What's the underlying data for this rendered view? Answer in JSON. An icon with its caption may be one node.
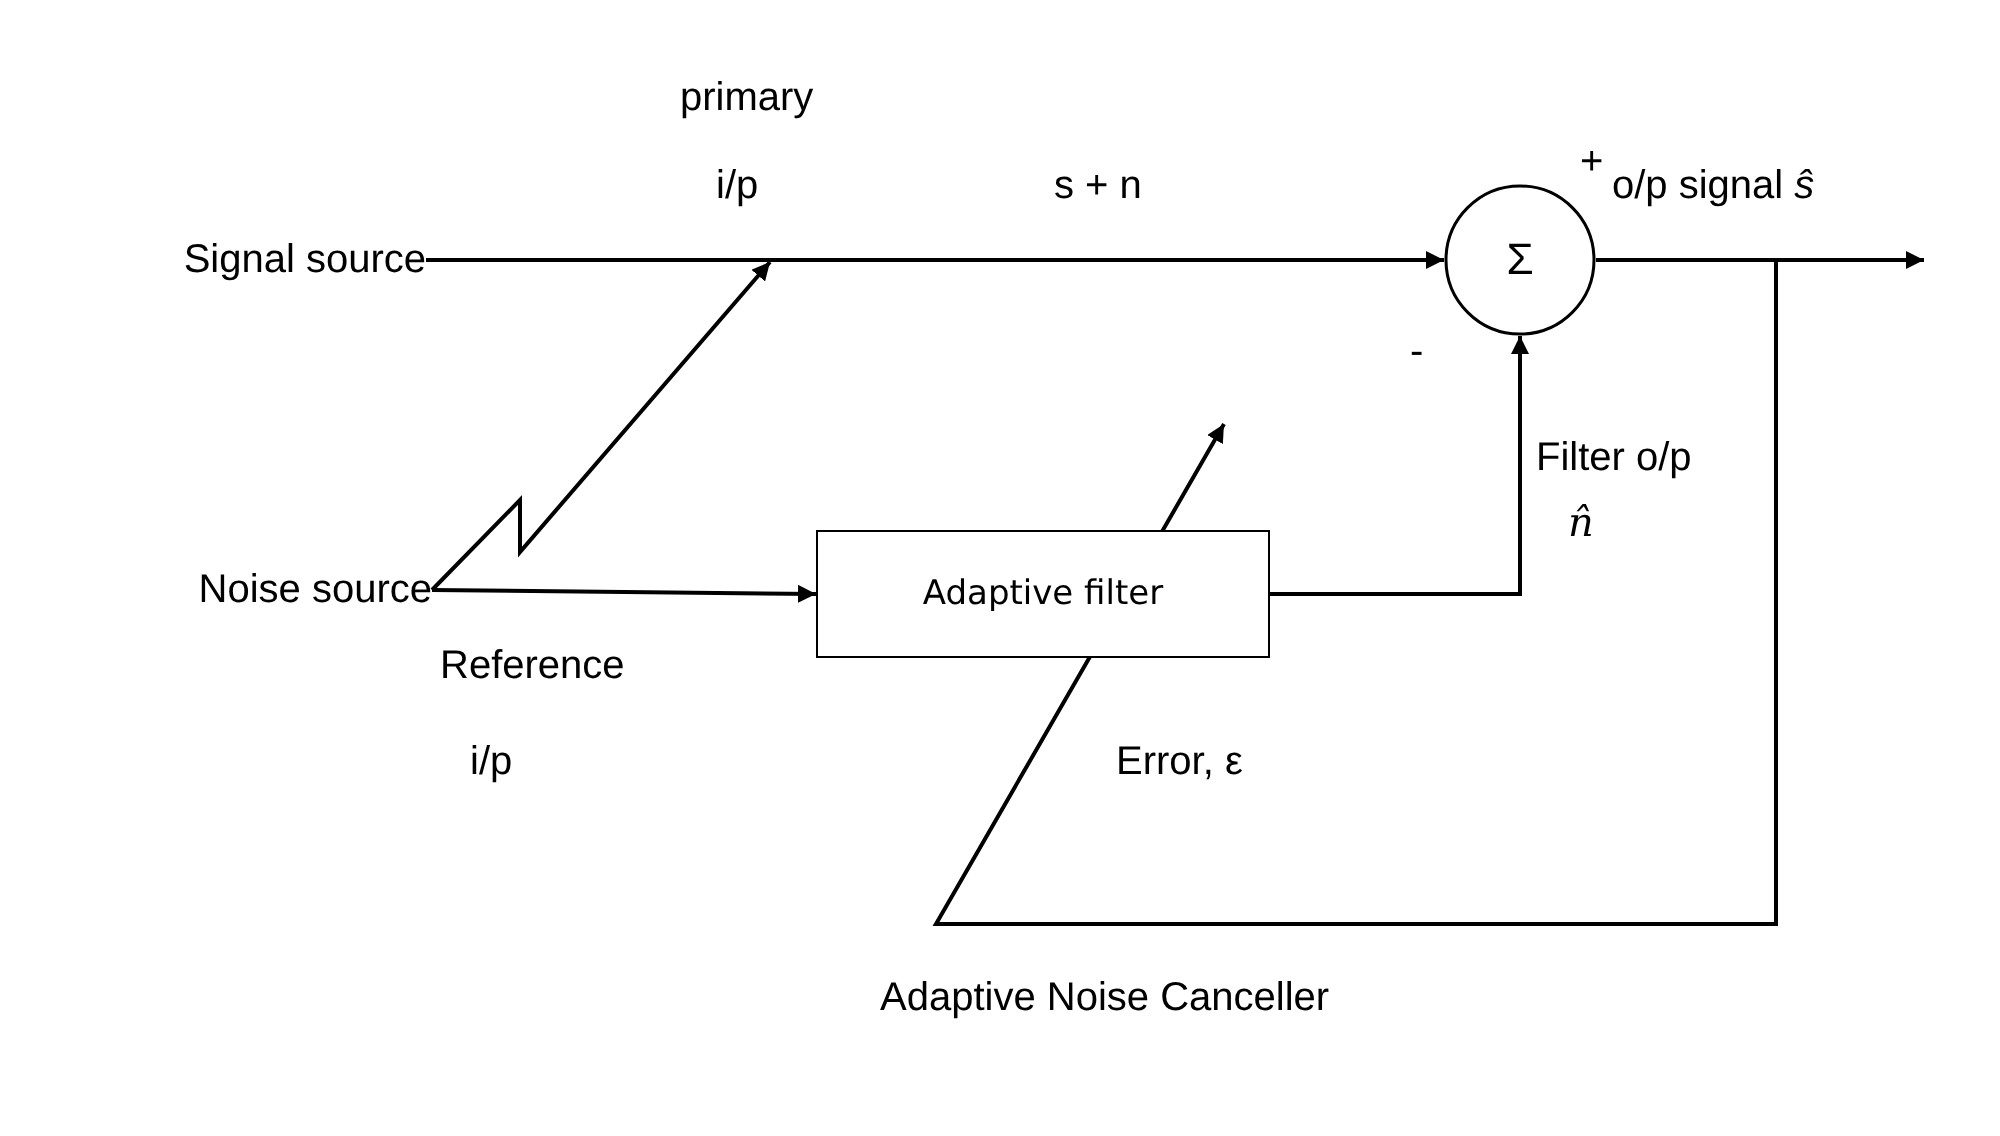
{
  "diagram": {
    "caption": "Adaptive Noise Canceller",
    "nodes": [
      {
        "text": [
          "Signal source"
        ]
      },
      {
        "text": [
          "Σ"
        ]
      },
      {
        "text": [
          "Noise source"
        ]
      },
      {
        "text": [
          "Adaptive filter"
        ]
      }
    ],
    "edges": [
      {
        "from": 0,
        "to": 1,
        "arrow": "to"
      },
      {
        "from": 2,
        "to": null,
        "arrow": "to"
      },
      {
        "from": 2,
        "to": 3,
        "arrow": "to"
      },
      {
        "from": 3,
        "to": 1,
        "arrow": "to"
      },
      {
        "from": 1,
        "to": null,
        "arrow": "to"
      },
      {
        "from": 1,
        "to": null,
        "arrow": "to"
      }
    ],
    "labels": [
      "primary",
      "i/p",
      "s + n",
      "+",
      "o/p signal *ŝ*",
      "-",
      "Filter o/p",
      "n̂",
      "Reference",
      "i/p",
      "Error, ε"
    ]
  }
}
